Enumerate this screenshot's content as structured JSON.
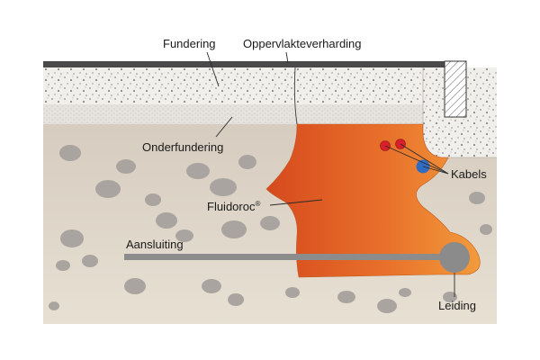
{
  "labels": {
    "fundering": "Fundering",
    "oppervlakteverharding": "Oppervlakteverharding",
    "onderfundering": "Onderfundering",
    "fluidoroc": "Fluidoroc",
    "fluidoroc_mark": "®",
    "kabels": "Kabels",
    "aansluiting": "Aansluiting",
    "leiding": "Leiding"
  },
  "colors": {
    "surface": "#4a4a4a",
    "foundation": "#f1efec",
    "foundation_dots": "#8e8a86",
    "subbase": "#e4e1dc",
    "soil": "#d9d0c4",
    "soil_bottom": "#e6dfd2",
    "stones": "#a7a29d",
    "fluidoroc_dark": "#d64a1e",
    "fluidoroc_light": "#f09a3a",
    "pipe": "#8b8b8b",
    "cable_red": "#d8202a",
    "cable_blue": "#2f6cc2",
    "curb": "#ffffff"
  }
}
